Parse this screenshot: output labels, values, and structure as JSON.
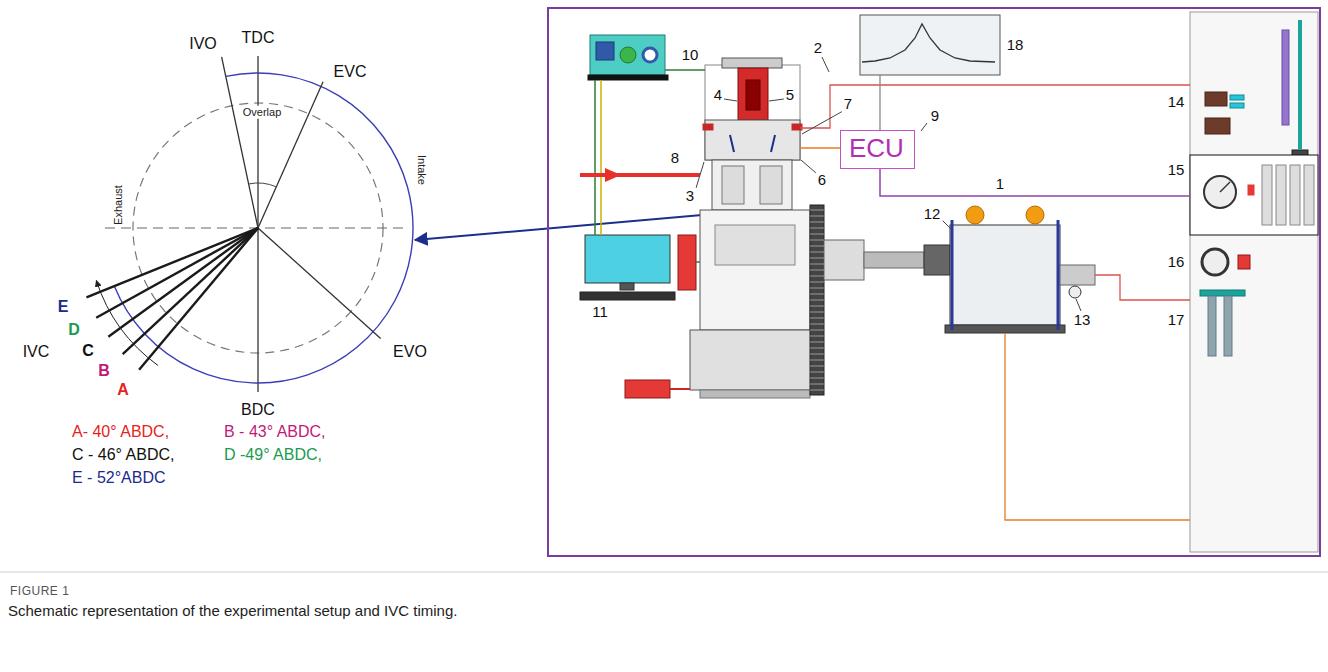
{
  "diagram": {
    "caption": "Schematic representation of the experimental setup and IVC timing.",
    "nodes": [
      {
        "text": [
          "ECU"
        ]
      }
    ],
    "labels": [
      "TDC",
      "IVO",
      "EVC",
      "Overlap",
      "Exhaust",
      "Intake",
      "EVO",
      "E",
      "IVC",
      "D",
      "C",
      "B",
      "A",
      "BDC",
      "A- 40° ABDC,",
      "B - 43° ABDC,",
      "C - 46° ABDC,",
      "D -49° ABDC,",
      "E - 52°ABDC",
      "10",
      "2",
      "18",
      "4",
      "5",
      "7",
      "9",
      "8",
      "3",
      "6",
      "14",
      "15",
      "1",
      "12",
      "16",
      "13",
      "11",
      "17",
      "FIGURE 1"
    ]
  }
}
